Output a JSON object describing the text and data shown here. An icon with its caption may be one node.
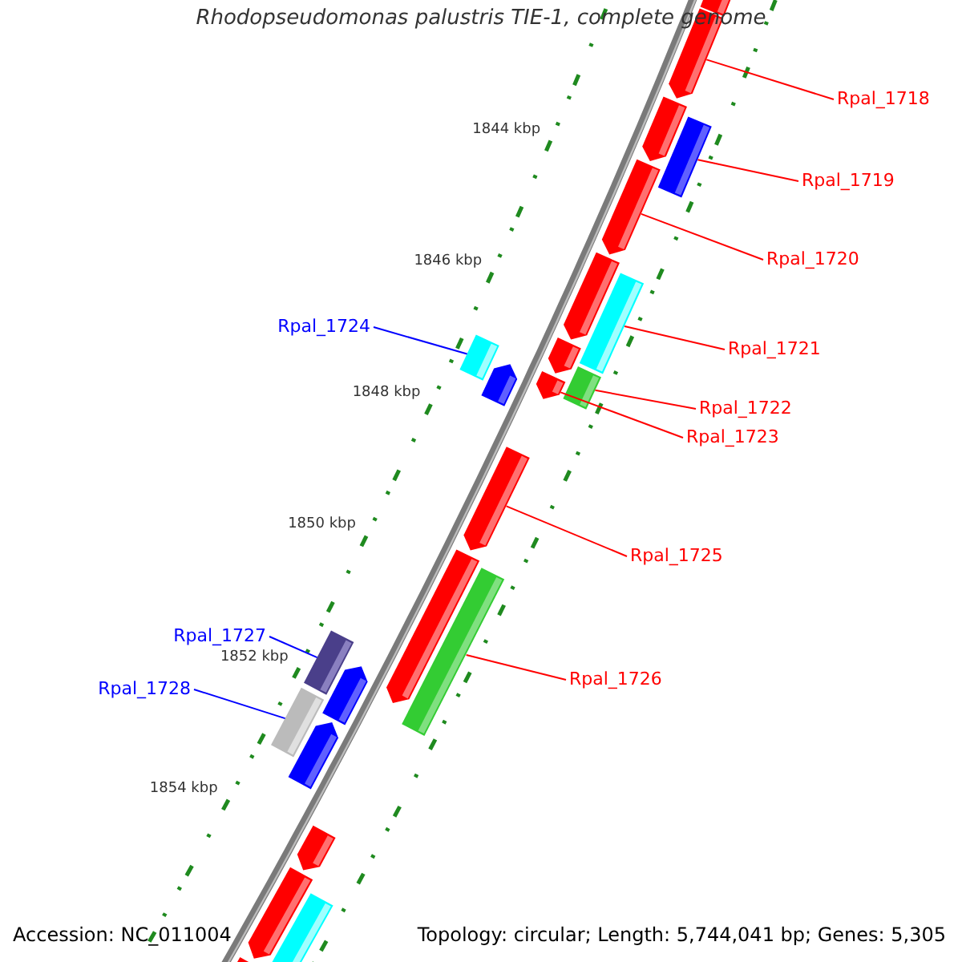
{
  "diagram": {
    "title": "Rhodopseudomonas palustris TIE-1, complete genome",
    "nodes": [
      {
        "text": [
          "Rpal_1718"
        ]
      },
      {
        "text": [
          "Rpal_1719"
        ]
      },
      {
        "text": [
          "Rpal_1720"
        ]
      },
      {
        "text": [
          "Rpal_1721"
        ]
      },
      {
        "text": [
          "Rpal_1722"
        ]
      },
      {
        "text": [
          "Rpal_1723"
        ]
      },
      {
        "text": [
          "Rpal_1724"
        ]
      },
      {
        "text": [
          "Rpal_1725"
        ]
      },
      {
        "text": [
          "Rpal_1726"
        ]
      },
      {
        "text": [
          "Rpal_1727"
        ]
      },
      {
        "text": [
          "Rpal_1728"
        ]
      },
      {
        "text": [],
        "shape": "bar"
      },
      {
        "text": [],
        "shape": "bar"
      },
      {
        "text": [],
        "shape": "bar"
      },
      {
        "text": [],
        "shape": "bar"
      },
      {
        "text": [],
        "shape": "bar"
      },
      {
        "text": [],
        "shape": "bar"
      },
      {
        "text": [],
        "shape": "bar"
      },
      {
        "text": [],
        "shape": "bar"
      },
      {
        "text": [],
        "shape": "bar"
      },
      {
        "text": [],
        "shape": "bar"
      },
      {
        "text": [],
        "shape": "bar"
      },
      {
        "text": [],
        "shape": "bar"
      },
      {
        "text": [],
        "shape": "bar"
      },
      {
        "text": [],
        "shape": "bar"
      },
      {
        "text": [],
        "shape": "bar"
      },
      {
        "text": [],
        "shape": "bar"
      },
      {
        "text": [],
        "shape": "bar"
      },
      {
        "text": [],
        "shape": "bar"
      },
      {
        "text": [],
        "shape": "bar"
      },
      {
        "text": [],
        "shape": "bar"
      },
      {
        "text": [],
        "shape": "bar"
      },
      {
        "text": [],
        "shape": "bar"
      },
      {
        "text": [],
        "shape": "bar"
      }
    ],
    "edges": [
      {
        "from": 0,
        "to": 11,
        "arrow": "none"
      },
      {
        "from": 1,
        "to": 12,
        "arrow": "none"
      },
      {
        "from": 2,
        "to": 13,
        "arrow": "none"
      },
      {
        "from": 3,
        "to": 14,
        "arrow": "none"
      },
      {
        "from": 4,
        "to": 15,
        "arrow": "none"
      },
      {
        "from": 5,
        "to": 16,
        "arrow": "none"
      },
      {
        "from": 6,
        "to": 17,
        "arrow": "none",
        "color": "#0000ff"
      },
      {
        "from": 7,
        "to": 18,
        "arrow": "none"
      },
      {
        "from": 8,
        "to": 19,
        "arrow": "none"
      },
      {
        "from": 9,
        "to": 20,
        "arrow": "none",
        "color": "#0000ff"
      },
      {
        "from": 10,
        "to": 21,
        "arrow": "none",
        "color": "#0000ff"
      }
    ],
    "labels": [
      "1844 kbp",
      "1846 kbp",
      "1848 kbp",
      "1850 kbp",
      "1852 kbp",
      "1854 kbp",
      "Accession: NC_011004",
      "Topology: circular; Length: 5,744,041 bp; Genes: 5,305"
    ]
  }
}
